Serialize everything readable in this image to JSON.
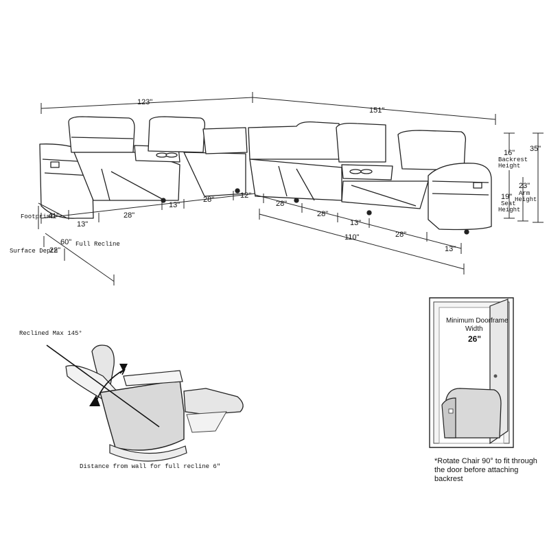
{
  "sectional": {
    "dims": {
      "overall_left": "123\"",
      "overall_right": "151\"",
      "front_110": "110\"",
      "d13a": "13\"",
      "d28a": "28\"",
      "d13b": "13\"",
      "d28b": "28\"",
      "d12": "12\"",
      "d28c": "28\"",
      "d28d": "28\"",
      "d13c": "13\"",
      "d28e": "28\"",
      "d13d": "13\"",
      "footprint_label": "Footprint",
      "footprint_value": "41\"",
      "full_recline_value": "60\"",
      "full_recline_label": "Full Recline",
      "surface_depth_label": "Surface Depth",
      "surface_depth_value": "22\"",
      "backrest_value": "16\"",
      "backrest_label_1": "Backrest",
      "backrest_label_2": "Height",
      "total_height_value": "35\"",
      "seat_value": "19\"",
      "seat_label_1": "Seat",
      "seat_label_2": "Height",
      "arm_value": "23\"",
      "arm_label_1": "Arm",
      "arm_label_2": "Height"
    }
  },
  "recliner": {
    "reclined_label": "Reclined Max 145°",
    "wall_distance_label": "Distance from wall for full recline 6\""
  },
  "doorframe": {
    "title_1": "Minimum Doorframe",
    "title_2": "Width",
    "width_value": "26\"",
    "note": "*Rotate Chair 90° to fit through the door before attaching backrest"
  }
}
